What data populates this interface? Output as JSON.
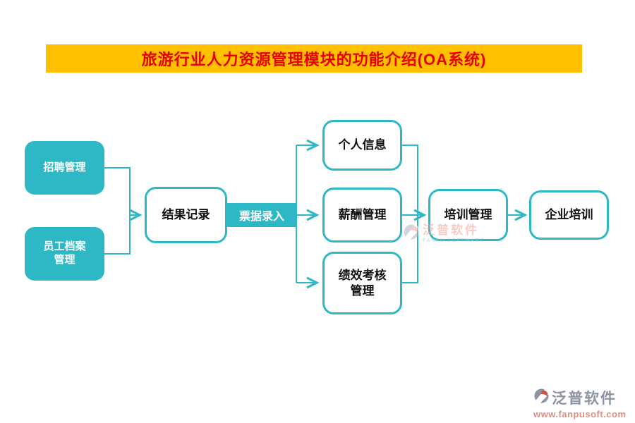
{
  "title": {
    "text": "旅游行业人力资源管理模块的功能介绍(OA系统)"
  },
  "colors": {
    "banner_bg": "#FFC000",
    "banner_text": "#E60000",
    "accent_teal": "#2EB8C5",
    "node_text_dark": "#111111",
    "footer_brand_grey": "#8B93A5",
    "footer_url_salmon": "#DE8E82"
  },
  "nodes": {
    "recruit": {
      "label": "招聘管理"
    },
    "archive": {
      "label": "员工档案\n管理"
    },
    "result": {
      "label": "结果记录"
    },
    "ticket": {
      "label": "票据录入"
    },
    "personal": {
      "label": "个人信息"
    },
    "salary": {
      "label": "薪酬管理"
    },
    "performance": {
      "label": "绩效考核\n管理"
    },
    "training": {
      "label": "培训管理"
    },
    "enterprise": {
      "label": "企业培训"
    }
  },
  "edges": [
    {
      "from": "招聘管理",
      "to": "结果记录"
    },
    {
      "from": "员工档案管理",
      "to": "结果记录"
    },
    {
      "from": "结果记录",
      "to": "个人信息",
      "via_label": "票据录入"
    },
    {
      "from": "结果记录",
      "to": "薪酬管理",
      "via_label": "票据录入"
    },
    {
      "from": "结果记录",
      "to": "绩效考核管理",
      "via_label": "票据录入"
    },
    {
      "from": "个人信息",
      "to": "培训管理"
    },
    {
      "from": "薪酬管理",
      "to": "培训管理"
    },
    {
      "from": "绩效考核管理",
      "to": "培训管理"
    },
    {
      "from": "培训管理",
      "to": "企业培训"
    }
  ],
  "watermark": {
    "cn": "泛普软件",
    "en": "FANPU SOFTWARE"
  },
  "footer": {
    "brand_cn": "泛普软件",
    "url": "www.fanpusoft.com"
  }
}
